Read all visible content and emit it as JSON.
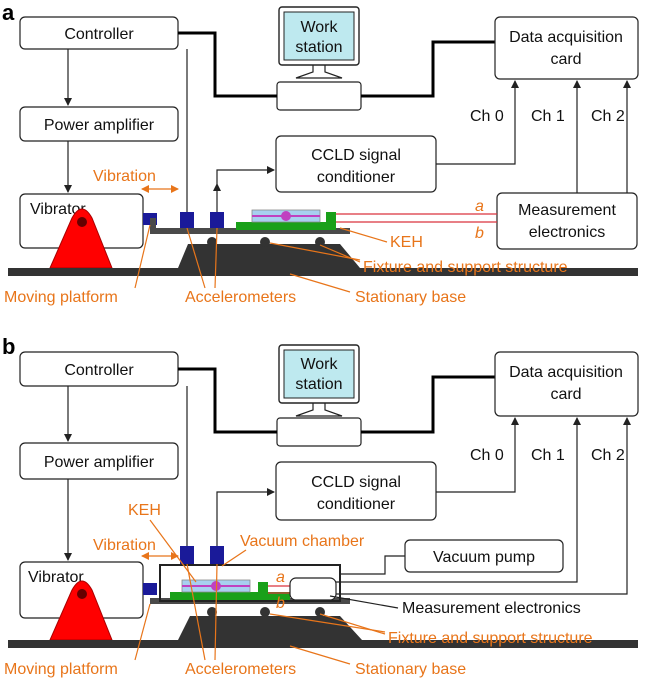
{
  "panel_a": {
    "label": "a",
    "controller": "Controller",
    "power_amplifier": "Power amplifier",
    "vibrator": "Vibrator",
    "workstation_line1": "Work",
    "workstation_line2": "station",
    "daq_line1": "Data acquisition",
    "daq_line2": "card",
    "ccld_line1": "CCLD signal",
    "ccld_line2": "conditioner",
    "ch0": "Ch 0",
    "ch1": "Ch 1",
    "ch2": "Ch 2",
    "meas_line1": "Measurement",
    "meas_line2": "electronics",
    "vibration": "Vibration",
    "keh": "KEH",
    "wire_a": "a",
    "wire_b": "b",
    "fixture": "Fixture and support structure",
    "moving_platform": "Moving platform",
    "accelerometers": "Accelerometers",
    "stationary_base": "Stationary base"
  },
  "panel_b": {
    "label": "b",
    "controller": "Controller",
    "power_amplifier": "Power amplifier",
    "vibrator": "Vibrator",
    "workstation_line1": "Work",
    "workstation_line2": "station",
    "daq_line1": "Data acquisition",
    "daq_line2": "card",
    "ccld_line1": "CCLD signal",
    "ccld_line2": "conditioner",
    "ch0": "Ch 0",
    "ch1": "Ch 1",
    "ch2": "Ch 2",
    "keh": "KEH",
    "vibration": "Vibration",
    "vacuum_chamber": "Vacuum chamber",
    "vacuum_pump": "Vacuum pump",
    "wire_a": "a",
    "wire_b": "b",
    "measurement_electronics": "Measurement electronics",
    "fixture": "Fixture and support structure",
    "moving_platform": "Moving platform",
    "accelerometers": "Accelerometers",
    "stationary_base": "Stationary base"
  },
  "colors": {
    "annotation": "#E8751A",
    "vibrator_red": "#FF0000",
    "accelerometer_blue": "#1A1A99",
    "keh_green": "#19A019",
    "monitor_screen": "#BEE9EF",
    "keh_magenta": "#C040C0",
    "keh_lightblue": "#A8CFF0",
    "wire_red": "#D9333F",
    "base_gray": "#333333"
  }
}
